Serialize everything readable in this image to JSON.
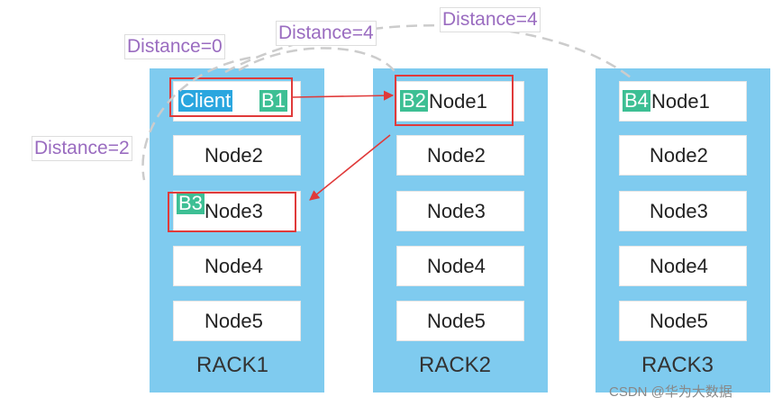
{
  "racks": [
    {
      "label": "RACK1",
      "nodes": [
        "Client",
        "Node2",
        "Node3",
        "Node4",
        "Node5"
      ]
    },
    {
      "label": "RACK2",
      "nodes": [
        "Node1",
        "Node2",
        "Node3",
        "Node4",
        "Node5"
      ]
    },
    {
      "label": "RACK3",
      "nodes": [
        "Node1",
        "Node2",
        "Node3",
        "Node4",
        "Node5"
      ]
    }
  ],
  "blocks": {
    "b1": "B1",
    "b2": "B2",
    "b3": "B3",
    "b4": "B4"
  },
  "distances": {
    "d0": "Distance=0",
    "d2": "Distance=2",
    "d4a": "Distance=4",
    "d4b": "Distance=4"
  },
  "watermark": "CSDN @华为大数据",
  "colors": {
    "rack": "#7fcbef",
    "client": "#2aa6df",
    "block": "#3dbf94",
    "highlight": "#e03a3a",
    "distance_text": "#9a6cc0"
  }
}
